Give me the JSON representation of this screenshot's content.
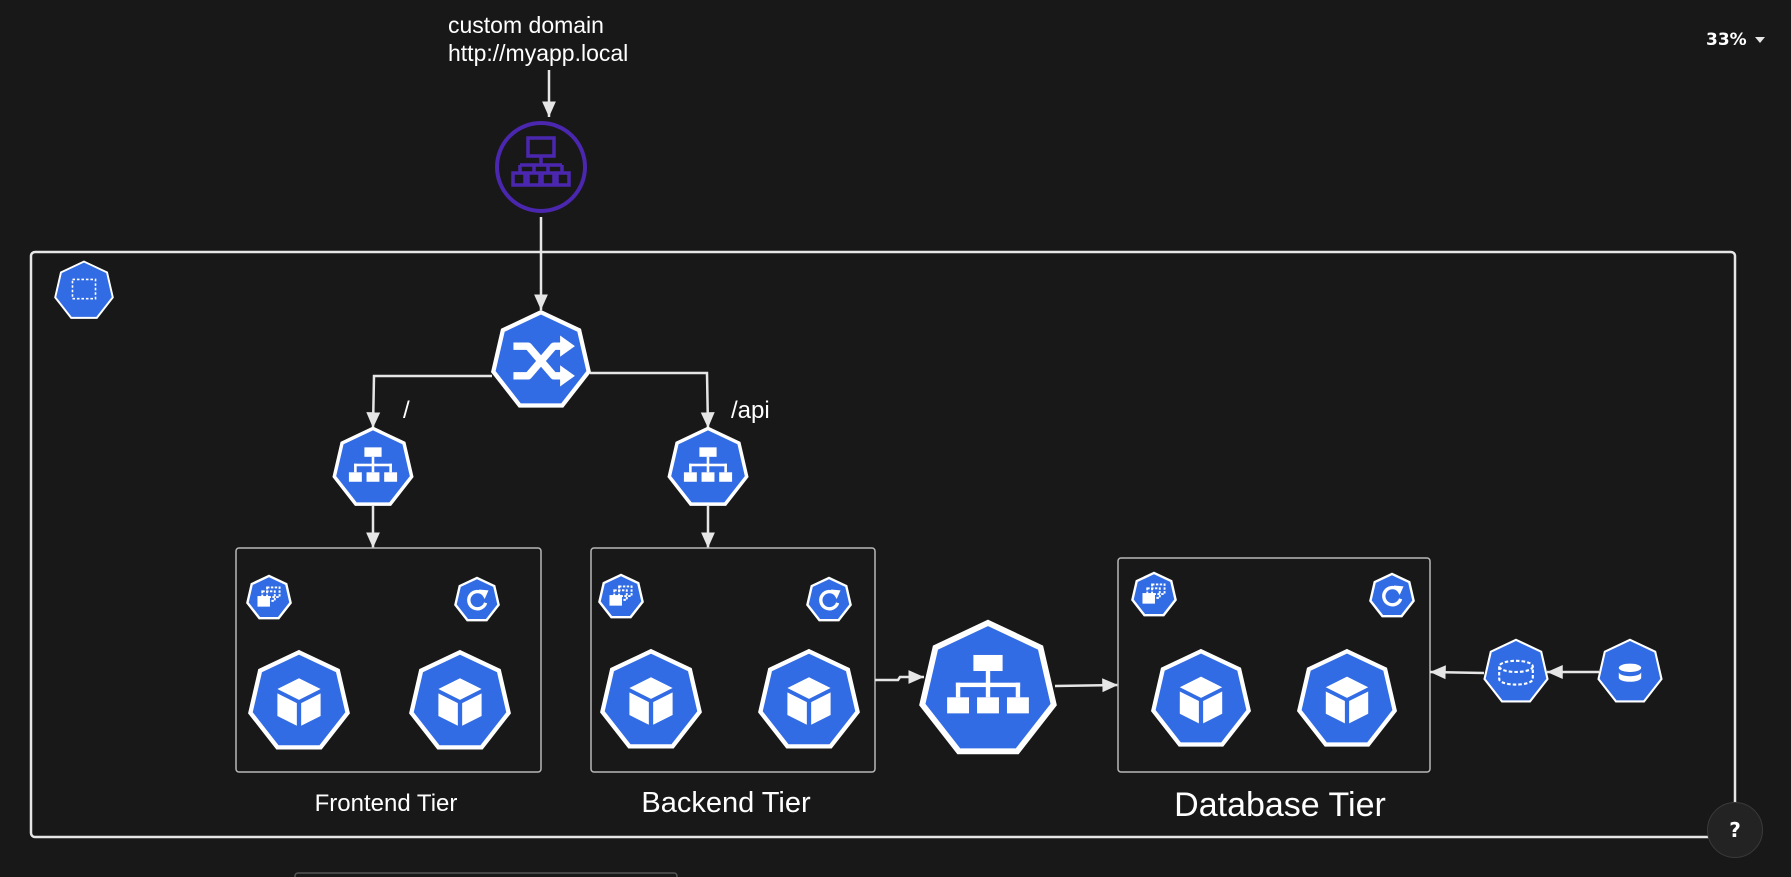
{
  "header": {
    "domain_line1": "custom domain",
    "domain_line2": "http://myapp.local"
  },
  "routes": {
    "frontend_path": "/",
    "backend_path": "/api"
  },
  "tiers": {
    "frontend": "Frontend Tier",
    "backend": "Backend Tier",
    "database": "Database Tier"
  },
  "zoom": {
    "level": "33%"
  },
  "help": {
    "label": "?"
  },
  "colors": {
    "background": "#181818",
    "k8s_blue": "#326ce5",
    "dns_purple": "#4b27b0",
    "line": "#e6e6e6",
    "tier_border": "#b8b8b8"
  },
  "icons": {
    "dns": "dns-hierarchy-icon",
    "ingress": "ingress-icon",
    "service": "service-icon",
    "namespace": "namespace-icon",
    "deployment": "deployment-icon",
    "replicaset": "replicaset-icon",
    "pod": "pod-icon",
    "pvc": "pvc-icon",
    "pv": "pv-icon"
  }
}
